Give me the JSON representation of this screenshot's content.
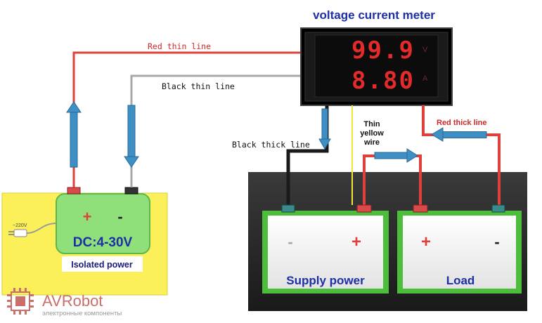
{
  "title": "voltage current meter",
  "meter": {
    "voltage_reading": "99.9",
    "current_reading": "8.80",
    "voltage_unit": "V",
    "current_unit": "A"
  },
  "wires": {
    "red_thin": "Red thin line",
    "black_thin": "Black thin line",
    "black_thick": "Black thick line",
    "red_thick": "Red thick line",
    "yellow_thin_1": "Thin",
    "yellow_thin_2": "yellow",
    "yellow_thin_3": "wire"
  },
  "isolated": {
    "plus": "+",
    "minus": "-",
    "voltage": "DC:4-30V",
    "label": "Isolated power",
    "mains": "~220V"
  },
  "supply": {
    "minus": "-",
    "plus": "+",
    "label": "Supply power"
  },
  "load": {
    "plus": "+",
    "minus": "-",
    "label": "Load"
  },
  "logo": {
    "name": "AVRobot",
    "tagline": "электронные компоненты"
  },
  "colors": {
    "red_wire": "#e0403a",
    "black_wire": "#2a2a2a",
    "gray_wire": "#a8a8a8",
    "yellow_wire": "#f2e63a",
    "arrow_blue": "#3d8fc4",
    "green_box": "#4cbe3c",
    "yellow_panel": "#fbf05a",
    "title_blue": "#1d2fa6"
  }
}
